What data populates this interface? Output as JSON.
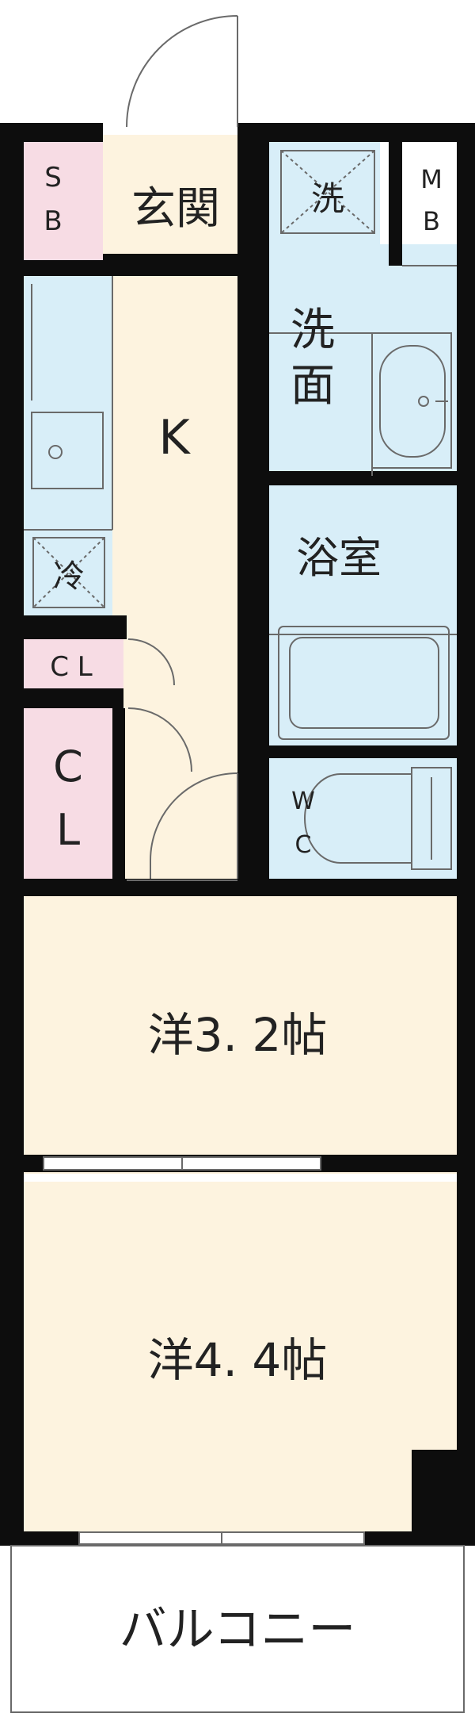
{
  "colors": {
    "wall": "#0d0d0d",
    "living": "#fdf3df",
    "wet": "#d8eef8",
    "storage": "#f7dce4",
    "balcony": "#ffffff",
    "line": "#6a6a6a"
  },
  "labels": {
    "sb_s": "S",
    "sb_b": "B",
    "genkan": "玄関",
    "sen": "洗",
    "mb_m": "M",
    "mb_b": "B",
    "senmen_1": "洗",
    "senmen_2": "面",
    "k": "K",
    "yokushitsu": "浴室",
    "rei": "冷",
    "cl_small": "C L",
    "cl_c": "C",
    "cl_l": "L",
    "wc_w": "W",
    "wc_c": "C",
    "room1": "洋3. 2帖",
    "room2": "洋4. 4帖",
    "balcony": "バルコニー"
  },
  "icons": [
    "door-swing-icon",
    "washbasin-icon",
    "bathtub-icon",
    "toilet-icon",
    "sink-icon",
    "stove-icon",
    "sliding-window-icon"
  ]
}
